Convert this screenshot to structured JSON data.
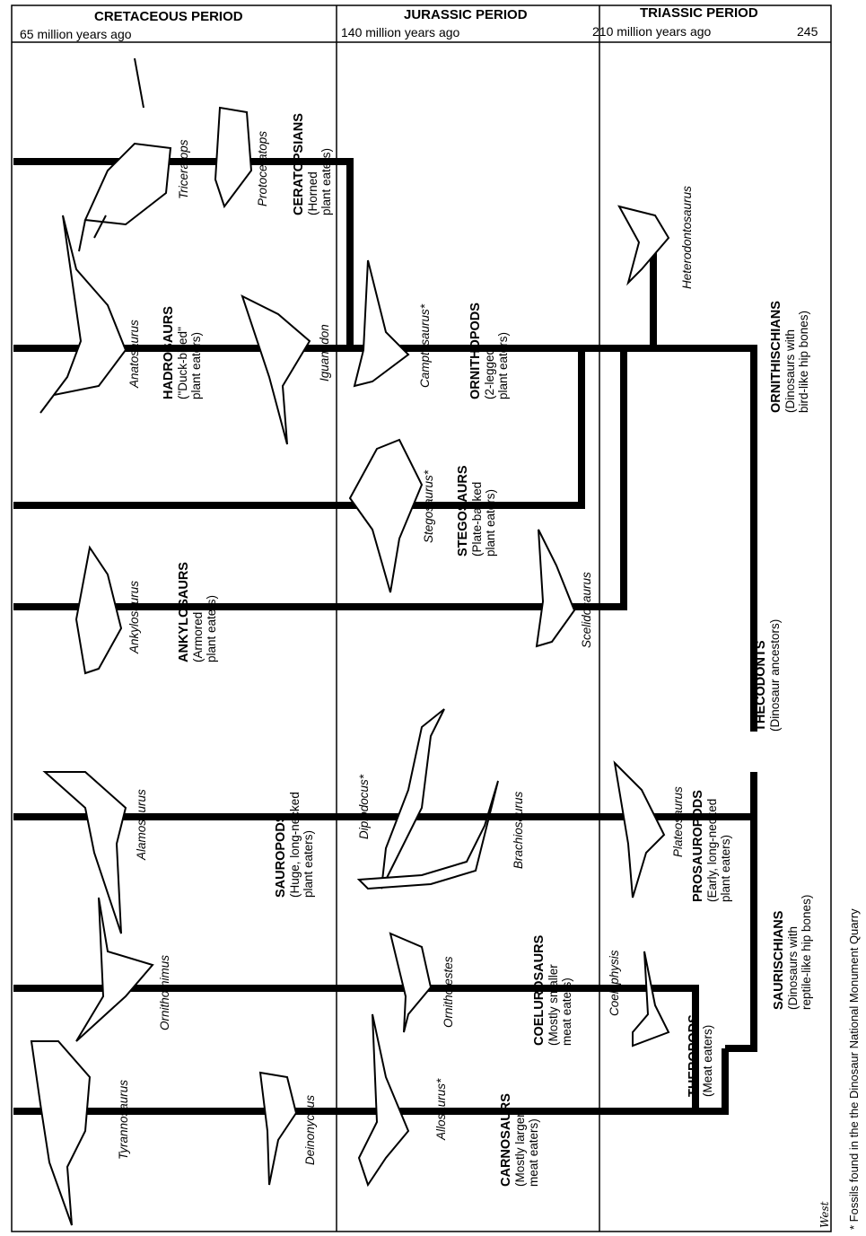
{
  "periods": [
    {
      "name": "CRETACEOUS PERIOD",
      "start": "65 million years ago"
    },
    {
      "name": "JURASSIC PERIOD",
      "start": "140 million years ago"
    },
    {
      "name": "TRIASSIC PERIOD",
      "start": "210 million years ago"
    }
  ],
  "timeline_end": "245",
  "groups": [
    {
      "name": "CERATOPSIANS",
      "desc": [
        "(Horned",
        "plant eaters)"
      ]
    },
    {
      "name": "HADROSAURS",
      "desc": [
        "(\"Duck-billed\"",
        "plant eaters)"
      ]
    },
    {
      "name": "ORNITHOPODS",
      "desc": [
        "(2-legged",
        "plant eaters)"
      ]
    },
    {
      "name": "STEGOSAURS",
      "desc": [
        "(Plate-backed",
        "plant eaters)"
      ]
    },
    {
      "name": "ANKYLOSAURS",
      "desc": [
        "(Armored",
        "plant eaters)"
      ]
    },
    {
      "name": "ORNITHISCHIANS",
      "desc": [
        "(Dinosaurs with",
        "bird-like hip bones)"
      ]
    },
    {
      "name": "THECODONTS",
      "desc": [
        "(Dinosaur ancestors)"
      ]
    },
    {
      "name": "SAUROPODS",
      "desc": [
        "(Huge, long-necked",
        "plant eaters)"
      ]
    },
    {
      "name": "PROSAUROPODS",
      "desc": [
        "(Early, long-necked",
        "plant eaters)"
      ]
    },
    {
      "name": "SAURISCHIANS",
      "desc": [
        "(Dinosaurs with",
        "reptile-like hip bones)"
      ]
    },
    {
      "name": "COELUROSAURS",
      "desc": [
        "(Mostly smaller",
        "meat eaters)"
      ]
    },
    {
      "name": "THEROPODS",
      "desc": [
        "(Meat eaters)"
      ]
    },
    {
      "name": "CARNOSAURS",
      "desc": [
        "(Mostly larger",
        "meat eaters)"
      ]
    }
  ],
  "species": [
    "Triceratops",
    "Protoceratops",
    "Anatosaurus",
    "Iguanodon",
    "Camptosaurus*",
    "Heterodontosaurus",
    "Stegosaurus*",
    "Ankylosaurus",
    "Scelidosaurus",
    "Alamosaurus",
    "Diplodocus*",
    "Brachiosaurus",
    "Plateosaurus",
    "Ornithomimus",
    "Ornitholestes",
    "Coelophysis",
    "Tyrannosaurus",
    "Deinonychus",
    "Allosaurus*"
  ],
  "footnote": "* Fossils found in the the Dinosaur National Monument Quarry",
  "signature": "West"
}
